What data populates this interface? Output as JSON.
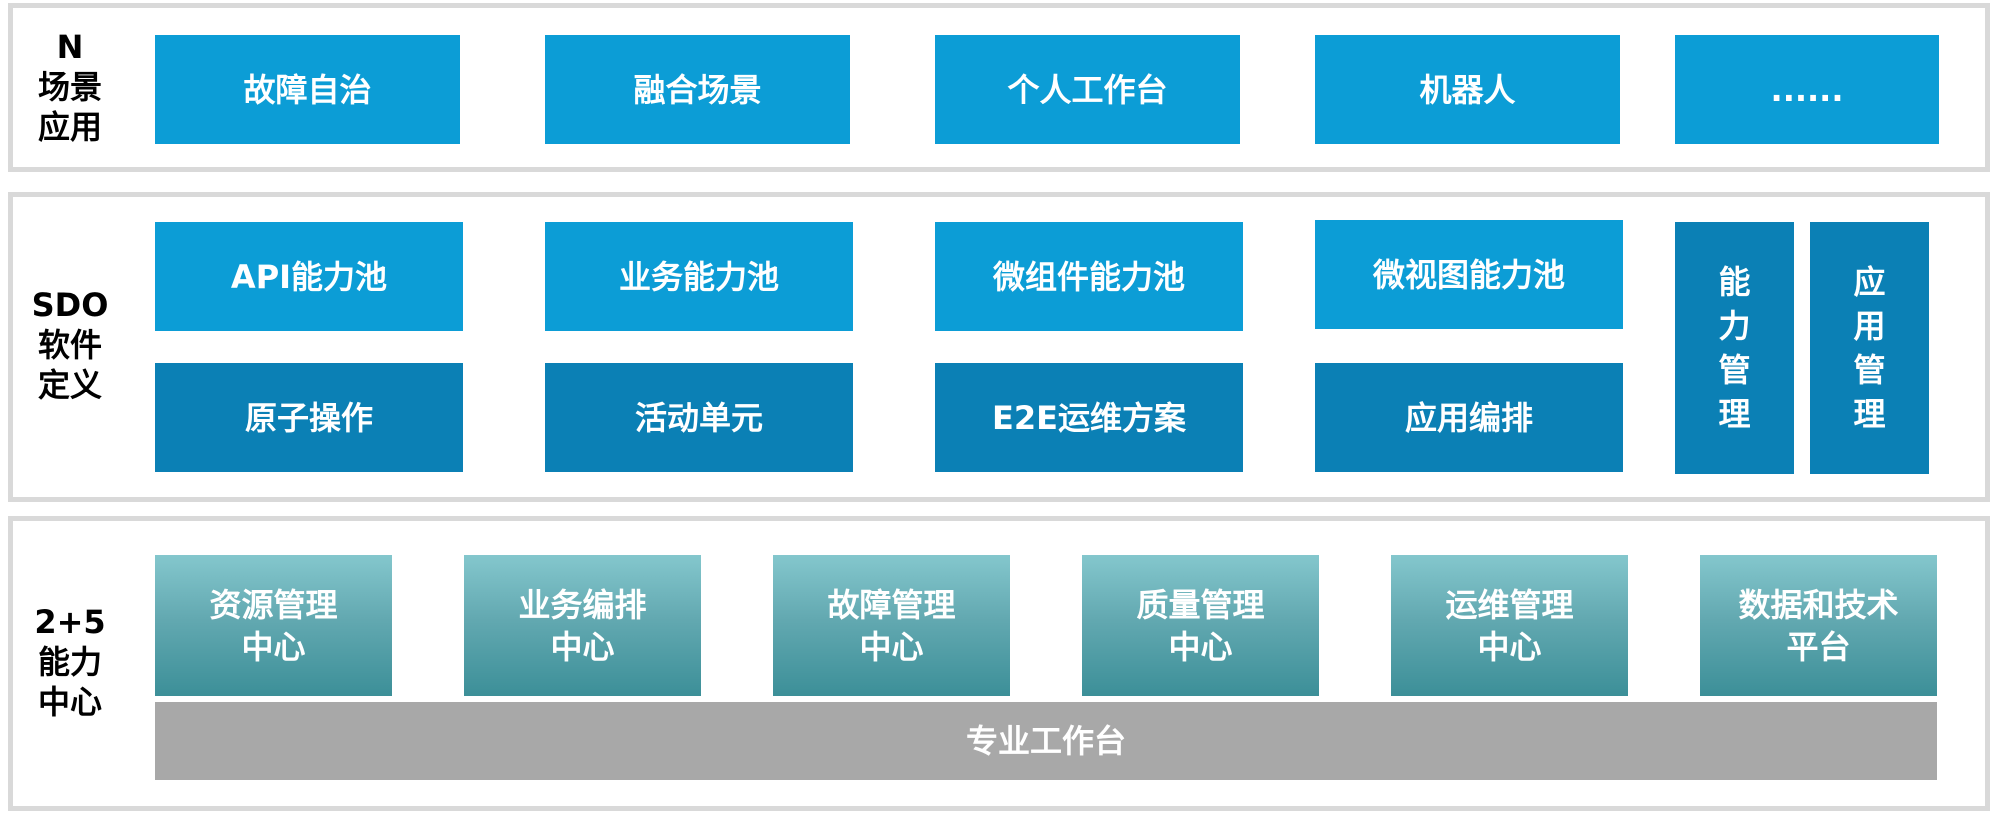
{
  "layers": {
    "scenes": {
      "label_lines": [
        "N",
        "场景",
        "应用"
      ],
      "items": [
        "故障自治",
        "融合场景",
        "个人工作台",
        "机器人",
        "......"
      ]
    },
    "sdo": {
      "label_lines": [
        "SDO",
        "软件",
        "定义"
      ],
      "top_row": [
        "API能力池",
        "业务能力池",
        "微组件能力池",
        "微视图能力池"
      ],
      "bottom_row": [
        "原子操作",
        "活动单元",
        "E2E运维方案",
        "应用编排"
      ],
      "side": [
        {
          "chars": [
            "能",
            "力",
            "管",
            "理"
          ]
        },
        {
          "chars": [
            "应",
            "用",
            "管",
            "理"
          ]
        }
      ]
    },
    "centers": {
      "label_lines": [
        "2+5",
        "能力",
        "中心"
      ],
      "items": [
        {
          "line1": "资源管理",
          "line2": "中心"
        },
        {
          "line1": "业务编排",
          "line2": "中心"
        },
        {
          "line1": "故障管理",
          "line2": "中心"
        },
        {
          "line1": "质量管理",
          "line2": "中心"
        },
        {
          "line1": "运维管理",
          "line2": "中心"
        },
        {
          "line1": "数据和技术",
          "line2": "平台"
        }
      ],
      "base": "专业工作台"
    }
  },
  "colors": {
    "blue_light": "#0c9dd6",
    "blue_dark": "#0b80b5",
    "teal_top": "#84c7cd",
    "teal_bottom": "#3c8f98",
    "gray_bar": "#a8a8a8",
    "frame_border": "#d9d9d9"
  }
}
